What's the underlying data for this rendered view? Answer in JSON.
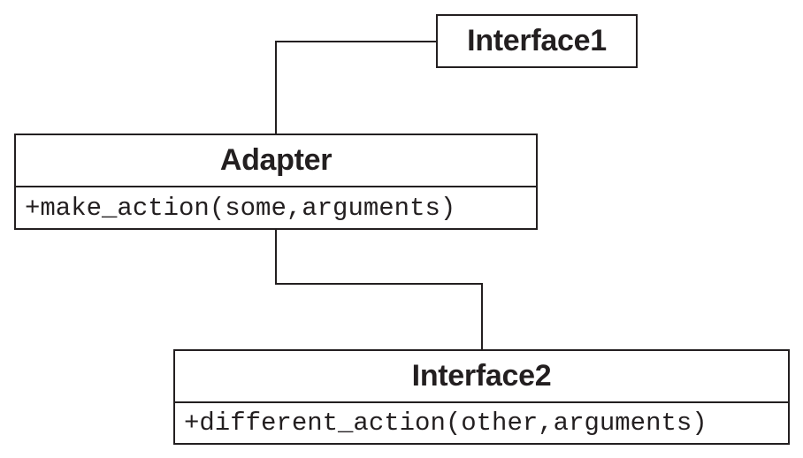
{
  "diagram": {
    "classes": [
      {
        "id": "interface1",
        "name": "Interface1",
        "methods": []
      },
      {
        "id": "adapter",
        "name": "Adapter",
        "methods": [
          "+make_action(some,arguments)"
        ]
      },
      {
        "id": "interface2",
        "name": "Interface2",
        "methods": [
          "+different_action(other,arguments)"
        ]
      }
    ],
    "connections": [
      {
        "from": "adapter",
        "to": "interface1"
      },
      {
        "from": "adapter",
        "to": "interface2"
      }
    ]
  }
}
